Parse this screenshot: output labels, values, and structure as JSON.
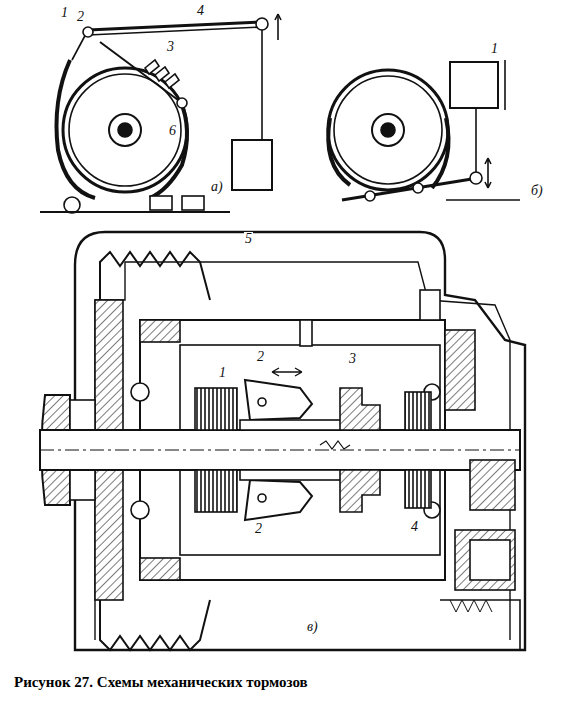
{
  "diagram": {
    "caption": "Рисунок 27. Схемы механических тормозов",
    "labels": [
      "1",
      "2",
      "3",
      "4",
      "5",
      "6",
      "а)",
      "1",
      "б)",
      "1",
      "2",
      "2",
      "3",
      "4",
      "в)"
    ]
  }
}
